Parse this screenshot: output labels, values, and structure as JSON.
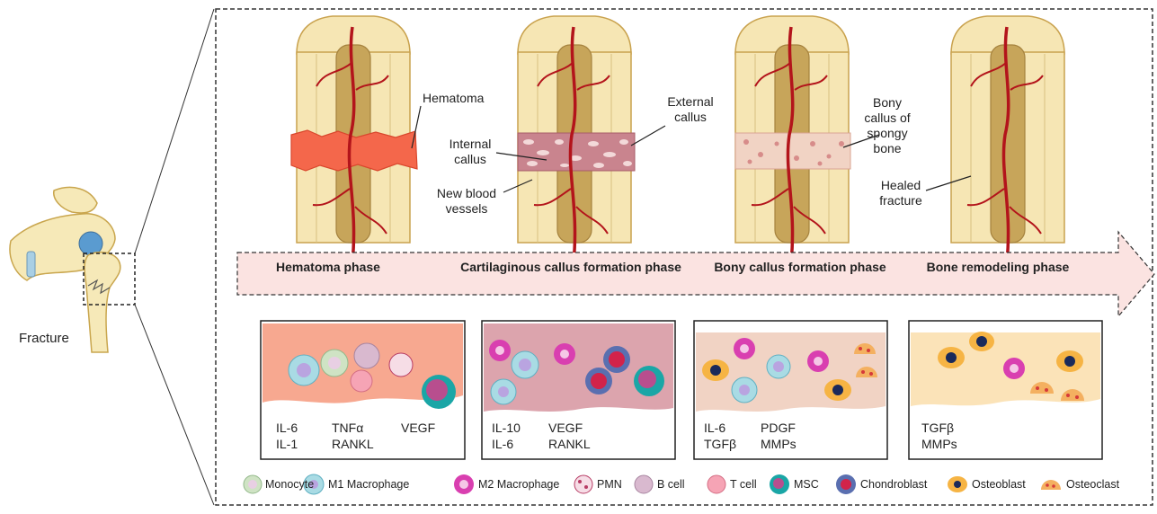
{
  "overview": {
    "fracture_label": "Fracture"
  },
  "bones": [
    {
      "annotations": [
        "Hematoma"
      ]
    },
    {
      "annotations": [
        "External callus",
        "Internal callus",
        "New blood vessels"
      ]
    },
    {
      "annotations": [
        "Bony callus of spongy bone"
      ]
    },
    {
      "annotations": [
        "Healed fracture"
      ]
    }
  ],
  "phases": [
    {
      "name": "Hematoma phase"
    },
    {
      "name": "Cartilaginous callus formation phase"
    },
    {
      "name": "Bony callus formation phase"
    },
    {
      "name": "Bone remodeling phase"
    }
  ],
  "cytokine_panels": [
    {
      "rows": [
        [
          "IL-6",
          "TNFα",
          "VEGF"
        ],
        [
          "IL-1",
          "RANKL",
          ""
        ]
      ]
    },
    {
      "rows": [
        [
          "IL-10",
          "VEGF"
        ],
        [
          "IL-6",
          "RANKL"
        ]
      ]
    },
    {
      "rows": [
        [
          "IL-6",
          "PDGF"
        ],
        [
          "TGFβ",
          "MMPs"
        ]
      ]
    },
    {
      "rows": [
        [
          "TGFβ"
        ],
        [
          "MMPs"
        ]
      ]
    }
  ],
  "legend": [
    {
      "label": "Monocyte",
      "icon": "monocyte-icon",
      "color": "#cfe3c4"
    },
    {
      "label": "M1 Macrophage",
      "icon": "m1-macrophage-icon",
      "color": "#a9dbe4"
    },
    {
      "label": "M2 Macrophage",
      "icon": "m2-macrophage-icon",
      "color": "#d93fb0"
    },
    {
      "label": "PMN",
      "icon": "pmn-icon",
      "color": "#f6dde6"
    },
    {
      "label": "B cell",
      "icon": "b-cell-icon",
      "color": "#d9b9cf"
    },
    {
      "label": "T cell",
      "icon": "t-cell-icon",
      "color": "#f6a4b5"
    },
    {
      "label": "MSC",
      "icon": "msc-icon",
      "color": "#1aa6a6"
    },
    {
      "label": "Chondroblast",
      "icon": "chondroblast-icon",
      "color": "#d2234a"
    },
    {
      "label": "Osteoblast",
      "icon": "osteoblast-icon",
      "color": "#f6b444"
    },
    {
      "label": "Osteoclast",
      "icon": "osteoclast-icon",
      "color": "#f4b060"
    }
  ]
}
